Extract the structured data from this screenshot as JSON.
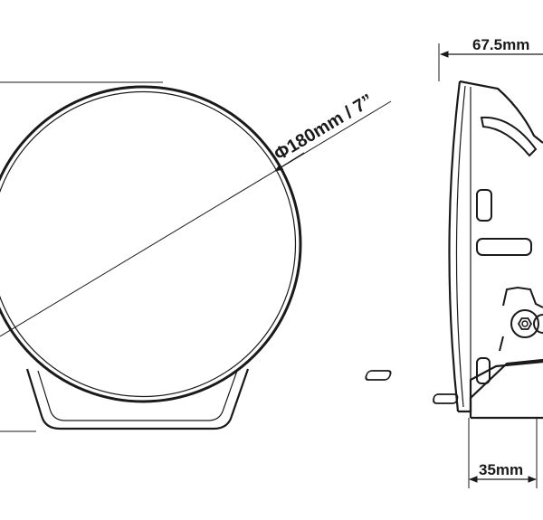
{
  "dimensions": {
    "diameter_label": "Φ180mm / 7”",
    "depth_label": "67.5mm",
    "bracket_width_label": "35mm"
  },
  "colors": {
    "line": "#1a1a1a",
    "background": "#ffffff"
  }
}
